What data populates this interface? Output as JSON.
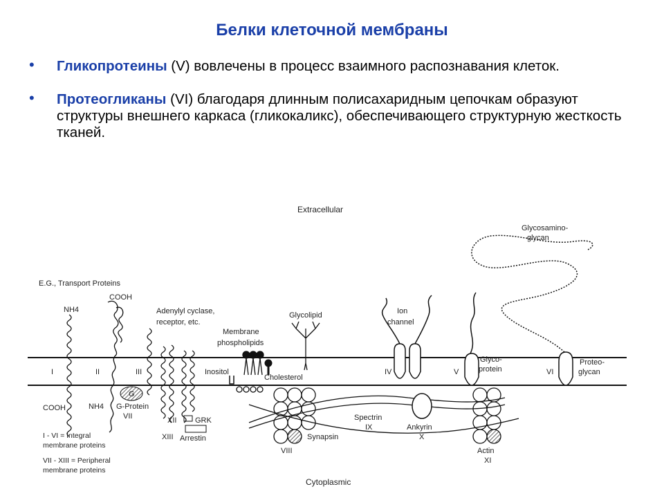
{
  "slide": {
    "title": "Белки клеточной мембраны",
    "bullets": [
      {
        "term": "Гликопротеины",
        "text": " (V) вовлечены в процесс взаимного распознавания клеток."
      },
      {
        "term": "Протеогликаны",
        "text": " (VI) благодаря длинным полисахаридным цепочкам образуют структуры внешнего каркаса (гликокаликс), обеспечивающего структурную жесткость тканей."
      }
    ]
  },
  "diagram": {
    "extracellular": "Extracellular",
    "cytoplasmic": "Cytoplasmic",
    "transport_proteins": "E.G., Transport Proteins",
    "nh4_top": "NH4",
    "cooh_top": "COOH",
    "cooh_bottom": "COOH",
    "nh4_bottom": "NH4",
    "adenylyl_line1": "Adenylyl cyclase,",
    "adenylyl_line2": "receptor, etc.",
    "membrane_line1": "Membrane",
    "membrane_line2": "phospholipids",
    "glycolipid": "Glycolipid",
    "ion_line1": "Ion",
    "ion_line2": "channel",
    "glycosamino_line1": "Glycosamino-",
    "glycosamino_line2": "glycan",
    "inositol": "Inositol",
    "cholesterol": "Cholesterol",
    "glycoprotein_line1": "Glyco-",
    "glycoprotein_line2": "protein",
    "proteoglycan_line1": "Proteo-",
    "proteoglycan_line2": "glycan",
    "g_letter": "G",
    "g_protein": "G-Protein",
    "grk": "GRK",
    "arrestin": "Arrestin",
    "spectrin": "Spectrin",
    "synapsin": "Synapsin",
    "ankyrin": "Ankyrin",
    "actin": "Actin",
    "roman": {
      "i": "I",
      "ii": "II",
      "iii": "III",
      "iv": "IV",
      "v": "V",
      "vi": "VI",
      "vii": "VII",
      "viii": "VIII",
      "ix": "IX",
      "x": "X",
      "xi": "XI",
      "xii": "XII",
      "xiii": "XIII"
    },
    "legend": {
      "line1": "I - VI = Integral",
      "line2": "membrane proteins",
      "line3": "VII - XIII = Peripheral",
      "line4": "membrane proteins"
    }
  }
}
